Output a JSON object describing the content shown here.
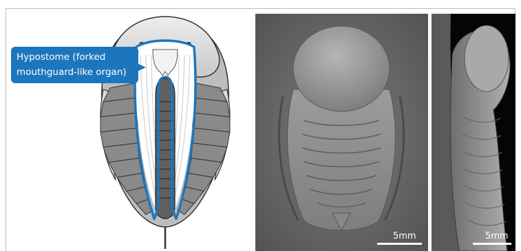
{
  "callout": {
    "line1": "Hypostome (forked",
    "line2": "mouthguard-like organ)"
  },
  "photo_front": {
    "scale_label": "5mm"
  },
  "photo_side": {
    "scale_label": "5mm"
  },
  "colors": {
    "callout_blue": "#1c76bd",
    "outline_blue": "#1c76bd",
    "body_dark": "#7a7a7a",
    "body_light": "#bcbcbc",
    "head_pale": "#d9d9d9",
    "frame_grey": "#bdbdbd"
  }
}
